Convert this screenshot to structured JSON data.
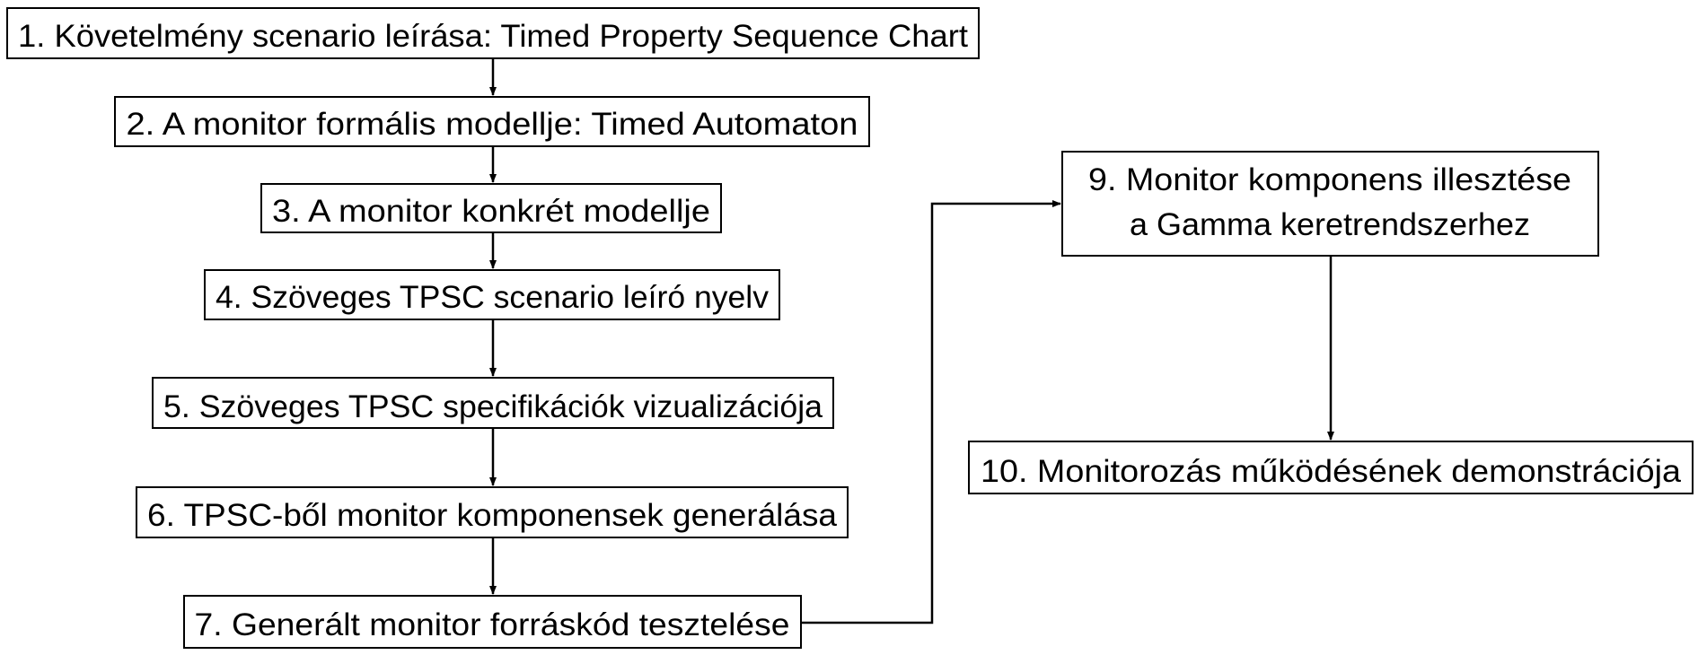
{
  "steps": {
    "s1": "1. Követelmény scenario leírása: Timed Property Sequence Chart",
    "s2": "2. A monitor formális modellje: Timed Automaton",
    "s3": "3. A monitor konkrét modellje",
    "s4": "4. Szöveges TPSC scenario leíró nyelv",
    "s5": "5. Szöveges TPSC specifikációk vizualizációja",
    "s6": "6. TPSC-ből monitor komponensek generálása",
    "s7": "7. Generált monitor forráskód tesztelése",
    "s9_line1": "9. Monitor komponens illesztése",
    "s9_line2": "a Gamma keretrendszerhez",
    "s10": "10. Monitorozás működésének demonstrációja"
  },
  "colors": {
    "stroke": "#000000",
    "fill": "#ffffff",
    "text": "#000000"
  }
}
